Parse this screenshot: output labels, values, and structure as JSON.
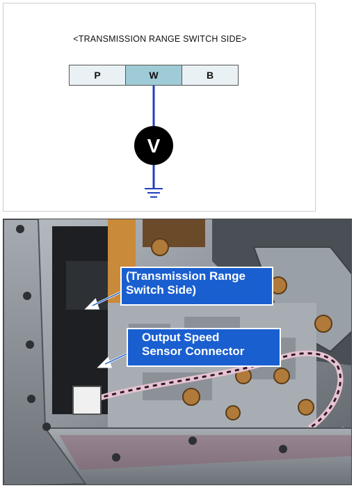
{
  "diagram": {
    "title": "<TRANSMISSION RANGE SWITCH SIDE>",
    "pins": [
      {
        "label": "P",
        "active": false
      },
      {
        "label": "W",
        "active": true
      },
      {
        "label": "B",
        "active": false
      }
    ],
    "meter_label": "V",
    "colors": {
      "wire": "#1f3fbf",
      "pin_active": "#9fcbd6",
      "pin_inactive": "#e9f1f4",
      "meter": "#000000"
    }
  },
  "photo": {
    "callouts": [
      {
        "line1": "(Transmission Range",
        "line2": "Switch Side)"
      },
      {
        "line1": "Output Speed",
        "line2": "Sensor Connector"
      }
    ],
    "colors": {
      "callout_bg": "#1a5fd0",
      "callout_text": "#ffffff"
    }
  }
}
